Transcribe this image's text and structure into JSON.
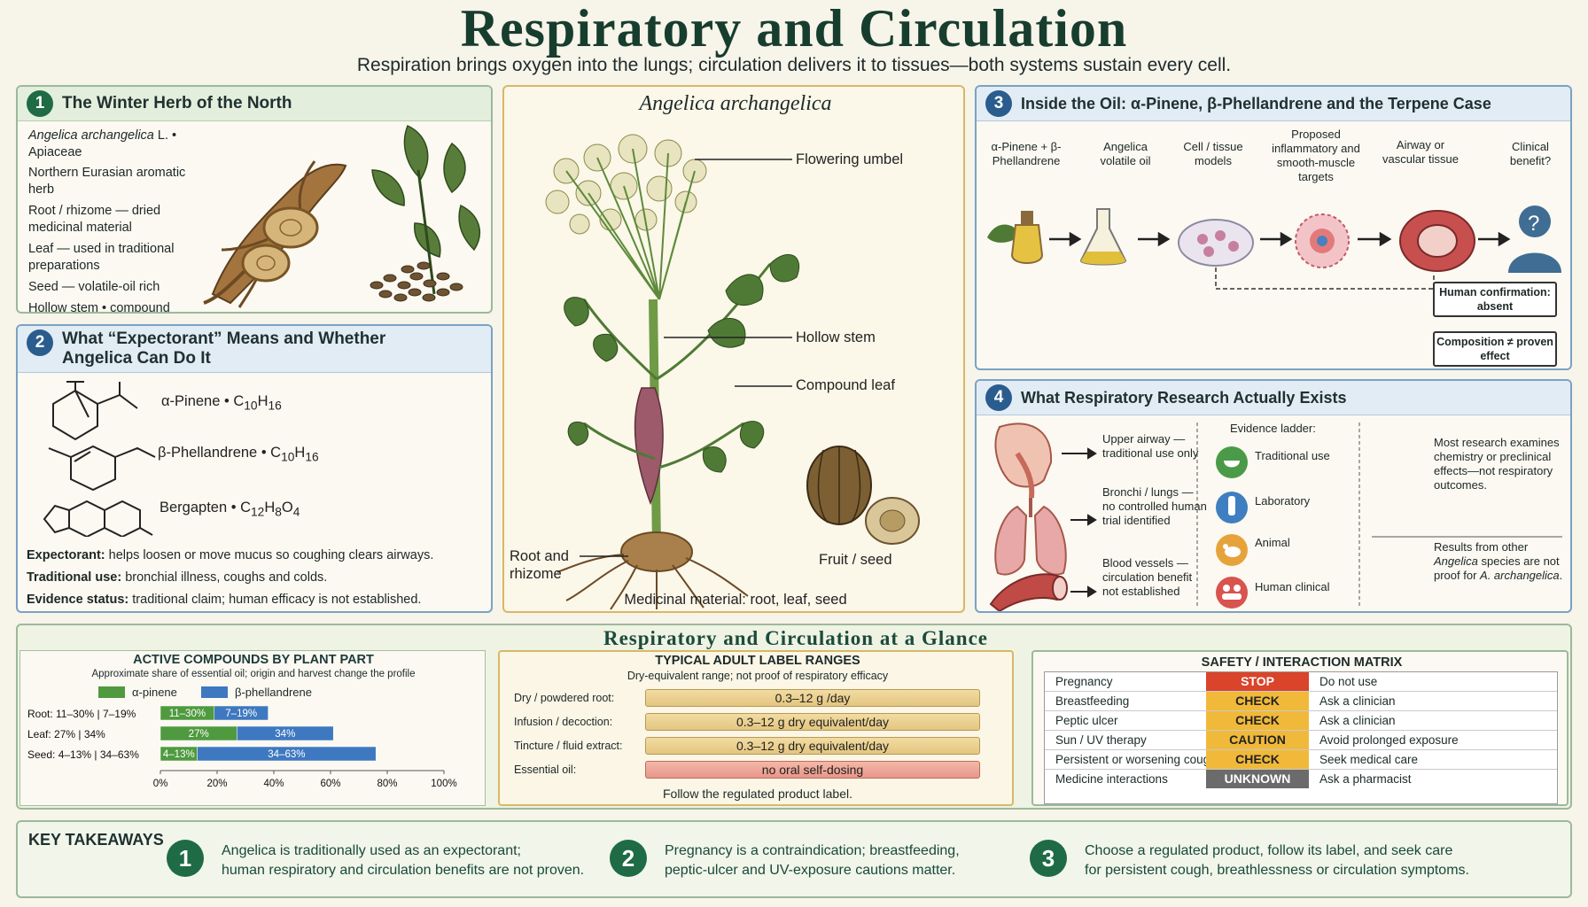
{
  "header": {
    "title": "Respiratory and Circulation",
    "subtitle": "Respiration brings oxygen into the lungs; circulation delivers it to tissues—both systems sustain every cell."
  },
  "panel1": {
    "number": "1",
    "title": "The Winter Herb of the North",
    "species": "Angelica archangelica",
    "species_rest": " L. • Apiaceae",
    "lines": [
      "Northern Eurasian aromatic herb",
      "Root / rhizome — dried medicinal material",
      "Leaf — used in traditional preparations",
      "Seed — volatile-oil rich",
      "Hollow stem • compound leaves • green-white umbels"
    ]
  },
  "panel2": {
    "number": "2",
    "title": "What “Expectorant” Means and Whether Angelica Can Do It",
    "compounds": [
      {
        "name": "α-Pinene • C",
        "formula": [
          "10",
          "H",
          "16"
        ]
      },
      {
        "name": "β-Phellandrene • C",
        "formula": [
          "10",
          "H",
          "16"
        ]
      },
      {
        "name": "Bergapten • C",
        "formula": [
          "12",
          "H",
          "8",
          "O",
          "4"
        ]
      }
    ],
    "defs": [
      {
        "k": "Expectorant:",
        "v": " helps loosen or move mucus so coughing clears airways."
      },
      {
        "k": "Traditional use:",
        "v": " bronchial illness, coughs and colds."
      },
      {
        "k": "Evidence status:",
        "v": " traditional claim; human efficacy is not established."
      }
    ]
  },
  "plant": {
    "title": "Angelica archangelica",
    "labels": {
      "umbel": "Flowering umbel",
      "stem": "Hollow stem",
      "leaf": "Compound leaf",
      "root": "Root and rhizome",
      "fruit": "Fruit / seed",
      "material": "Medicinal material: root, leaf, seed"
    }
  },
  "panel3": {
    "number": "3",
    "title": "Inside the Oil: α-Pinene, β-Phellandrene and the Terpene Case",
    "steps": [
      "α-Pinene + β-Phellandrene",
      "Angelica volatile oil",
      "Cell / tissue models",
      "Proposed inflammatory and smooth-muscle targets",
      "Airway or vascular tissue",
      "Clinical benefit?"
    ],
    "box1": "Human confirmation: absent",
    "box2": "Composition ≠ proven effect"
  },
  "panel4": {
    "number": "4",
    "title": "What Respiratory Research Actually Exists",
    "organs": [
      "Upper airway — traditional use only",
      "Bronchi / lungs — no controlled human trial identified",
      "Blood vessels — circulation benefit not established"
    ],
    "ladder_title": "Evidence ladder:",
    "ladder": [
      "Traditional use",
      "Laboratory",
      "Animal",
      "Human clinical"
    ],
    "note1": "Most research examines chemistry or preclinical effects—not respiratory outcomes.",
    "note2_a": "Results from other ",
    "note2_b": "Angelica",
    "note2_c": " species are not proof for ",
    "note2_d": "A. archangelica",
    "note2_e": "."
  },
  "glance": {
    "title": "Respiratory and Circulation at a Glance"
  },
  "chart_data": {
    "type": "bar",
    "title": "ACTIVE COMPOUNDS BY PLANT PART",
    "subtitle": "Approximate share of essential oil; origin and harvest change the profile",
    "categories": [
      "Root: 11–30% | 7–19%",
      "Leaf: 27% | 34%",
      "Seed: 4–13% | 34–63%"
    ],
    "series": [
      {
        "name": "α-pinene",
        "values": [
          19,
          27,
          13
        ],
        "labels": [
          "11–30%",
          "27%",
          "4–13%"
        ],
        "color": "#4f9a3f"
      },
      {
        "name": "β-phellandrene",
        "values": [
          19,
          34,
          63
        ],
        "labels": [
          "7–19%",
          "34%",
          "34–63%"
        ],
        "color": "#3e78c0"
      }
    ],
    "stacked": true,
    "xlim": [
      0,
      100
    ],
    "xticks": [
      "0%",
      "20%",
      "40%",
      "60%",
      "80%",
      "100%"
    ],
    "xlabel": "",
    "ylabel": ""
  },
  "dose": {
    "title": "TYPICAL ADULT LABEL RANGES",
    "subtitle": "Dry-equivalent range; not proof of respiratory efficacy",
    "rows": [
      {
        "label": "Dry / powdered root:",
        "value": "0.3–12 g /day"
      },
      {
        "label": "Infusion / decoction:",
        "value": "0.3–12 g dry equivalent/day"
      },
      {
        "label": "Tincture / fluid extract:",
        "value": "0.3–12 g dry equivalent/day"
      },
      {
        "label": "Essential oil:",
        "value": "no oral self-dosing"
      }
    ],
    "footer": "Follow the regulated product label."
  },
  "safety": {
    "title": "SAFETY / INTERACTION MATRIX",
    "rows": [
      {
        "cond": "Pregnancy",
        "status": "STOP",
        "color": "#d9442b",
        "action": "Do not use"
      },
      {
        "cond": "Breastfeeding",
        "status": "CHECK",
        "color": "#f0b93a",
        "action": "Ask a clinician"
      },
      {
        "cond": "Peptic ulcer",
        "status": "CHECK",
        "color": "#f0b93a",
        "action": "Ask a clinician"
      },
      {
        "cond": "Sun / UV therapy",
        "status": "CAUTION",
        "color": "#f0b93a",
        "action": "Avoid prolonged exposure"
      },
      {
        "cond": "Persistent or worsening cough",
        "status": "CHECK",
        "color": "#f0b93a",
        "action": "Seek medical care"
      },
      {
        "cond": "Medicine interactions",
        "status": "UNKNOWN",
        "color": "#6b6b6b",
        "action": "Ask a pharmacist"
      }
    ]
  },
  "takeaways": {
    "title": "KEY TAKEAWAYS",
    "items": [
      {
        "n": "1",
        "l1": "Angelica is traditionally used as an expectorant;",
        "l2": "human respiratory and circulation benefits are not proven."
      },
      {
        "n": "2",
        "l1": "Pregnancy is a contraindication; breastfeeding,",
        "l2": "peptic-ulcer and UV-exposure cautions matter."
      },
      {
        "n": "3",
        "l1": "Choose a regulated product, follow its label, and seek care",
        "l2": "for persistent cough, breathlessness or circulation symptoms."
      }
    ]
  }
}
